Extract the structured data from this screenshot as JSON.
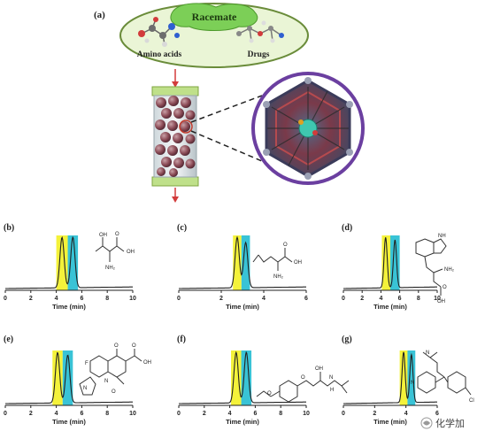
{
  "figure": {
    "panel_a": {
      "label": "(a)",
      "cloud_title": "Racemate",
      "left_caption": "Amino acids",
      "right_caption": "Drugs"
    },
    "watermark": "化学加",
    "colors": {
      "yellow_band": "#f4f23a",
      "cyan_band": "#39c3d6",
      "trace": "#222222",
      "cloud_fill": "#eaf5d6",
      "cloud_stroke": "#6a8c3a",
      "title_green": "#4caf50",
      "hex_ring": "#6b3fa0"
    }
  },
  "chart_data": [
    {
      "type": "line",
      "panel": "(b)",
      "xlabel": "Time (min)",
      "xlim": [
        0,
        10
      ],
      "xticks": [
        0,
        2,
        4,
        6,
        8,
        10
      ],
      "bands": [
        [
          4.0,
          4.9
        ],
        [
          4.9,
          5.7
        ]
      ],
      "peaks": [
        {
          "x": 4.45,
          "height": 0.95
        },
        {
          "x": 5.3,
          "height": 0.95
        }
      ],
      "labels": {
        "groups": [
          "OH",
          "OH",
          "O",
          "NH₂"
        ]
      }
    },
    {
      "type": "line",
      "panel": "(c)",
      "xlabel": "Time (min)",
      "xlim": [
        0,
        6
      ],
      "xticks": [
        0,
        2,
        4,
        6
      ],
      "bands": [
        [
          2.55,
          2.95
        ],
        [
          2.95,
          3.35
        ]
      ],
      "peaks": [
        {
          "x": 2.75,
          "height": 0.95
        },
        {
          "x": 3.15,
          "height": 0.85
        }
      ],
      "labels": {
        "groups": [
          "OH",
          "O",
          "NH₂"
        ]
      }
    },
    {
      "type": "line",
      "panel": "(d)",
      "xlabel": "Time (min)",
      "xlim": [
        0,
        10
      ],
      "xticks": [
        0,
        2,
        4,
        6,
        8,
        10
      ],
      "bands": [
        [
          4.1,
          5.0
        ],
        [
          5.0,
          6.0
        ]
      ],
      "peaks": [
        {
          "x": 4.5,
          "height": 0.95
        },
        {
          "x": 5.5,
          "height": 0.9
        }
      ],
      "labels": {
        "groups": [
          "NH",
          "NH₂",
          "O",
          "OH"
        ]
      }
    },
    {
      "type": "line",
      "panel": "(e)",
      "xlabel": "Time (min)",
      "xlim": [
        0,
        10
      ],
      "xticks": [
        0,
        2,
        4,
        6,
        8,
        10
      ],
      "bands": [
        [
          3.7,
          4.5
        ],
        [
          4.5,
          5.3
        ]
      ],
      "peaks": [
        {
          "x": 4.1,
          "height": 0.95
        },
        {
          "x": 4.9,
          "height": 0.9
        }
      ],
      "labels": {
        "groups": [
          "F",
          "O",
          "O",
          "OH",
          "N",
          "N",
          "O"
        ]
      }
    },
    {
      "type": "line",
      "panel": "(f)",
      "xlabel": "Time (min)",
      "xlim": [
        0,
        10
      ],
      "xticks": [
        0,
        2,
        4,
        6,
        8,
        10
      ],
      "bands": [
        [
          4.1,
          4.9
        ],
        [
          4.9,
          5.7
        ]
      ],
      "peaks": [
        {
          "x": 4.5,
          "height": 0.95
        },
        {
          "x": 5.3,
          "height": 0.95
        }
      ],
      "labels": {
        "groups": [
          "O",
          "O",
          "OH",
          "N",
          "H"
        ]
      }
    },
    {
      "type": "line",
      "panel": "(g)",
      "xlabel": "Time (min)",
      "xlim": [
        0,
        6
      ],
      "xticks": [
        0,
        2,
        4,
        6
      ],
      "bands": [
        [
          3.6,
          4.1
        ],
        [
          4.1,
          4.6
        ]
      ],
      "peaks": [
        {
          "x": 3.85,
          "height": 0.95
        },
        {
          "x": 4.35,
          "height": 0.9
        }
      ],
      "labels": {
        "groups": [
          "N",
          "N",
          "Cl"
        ]
      }
    }
  ]
}
